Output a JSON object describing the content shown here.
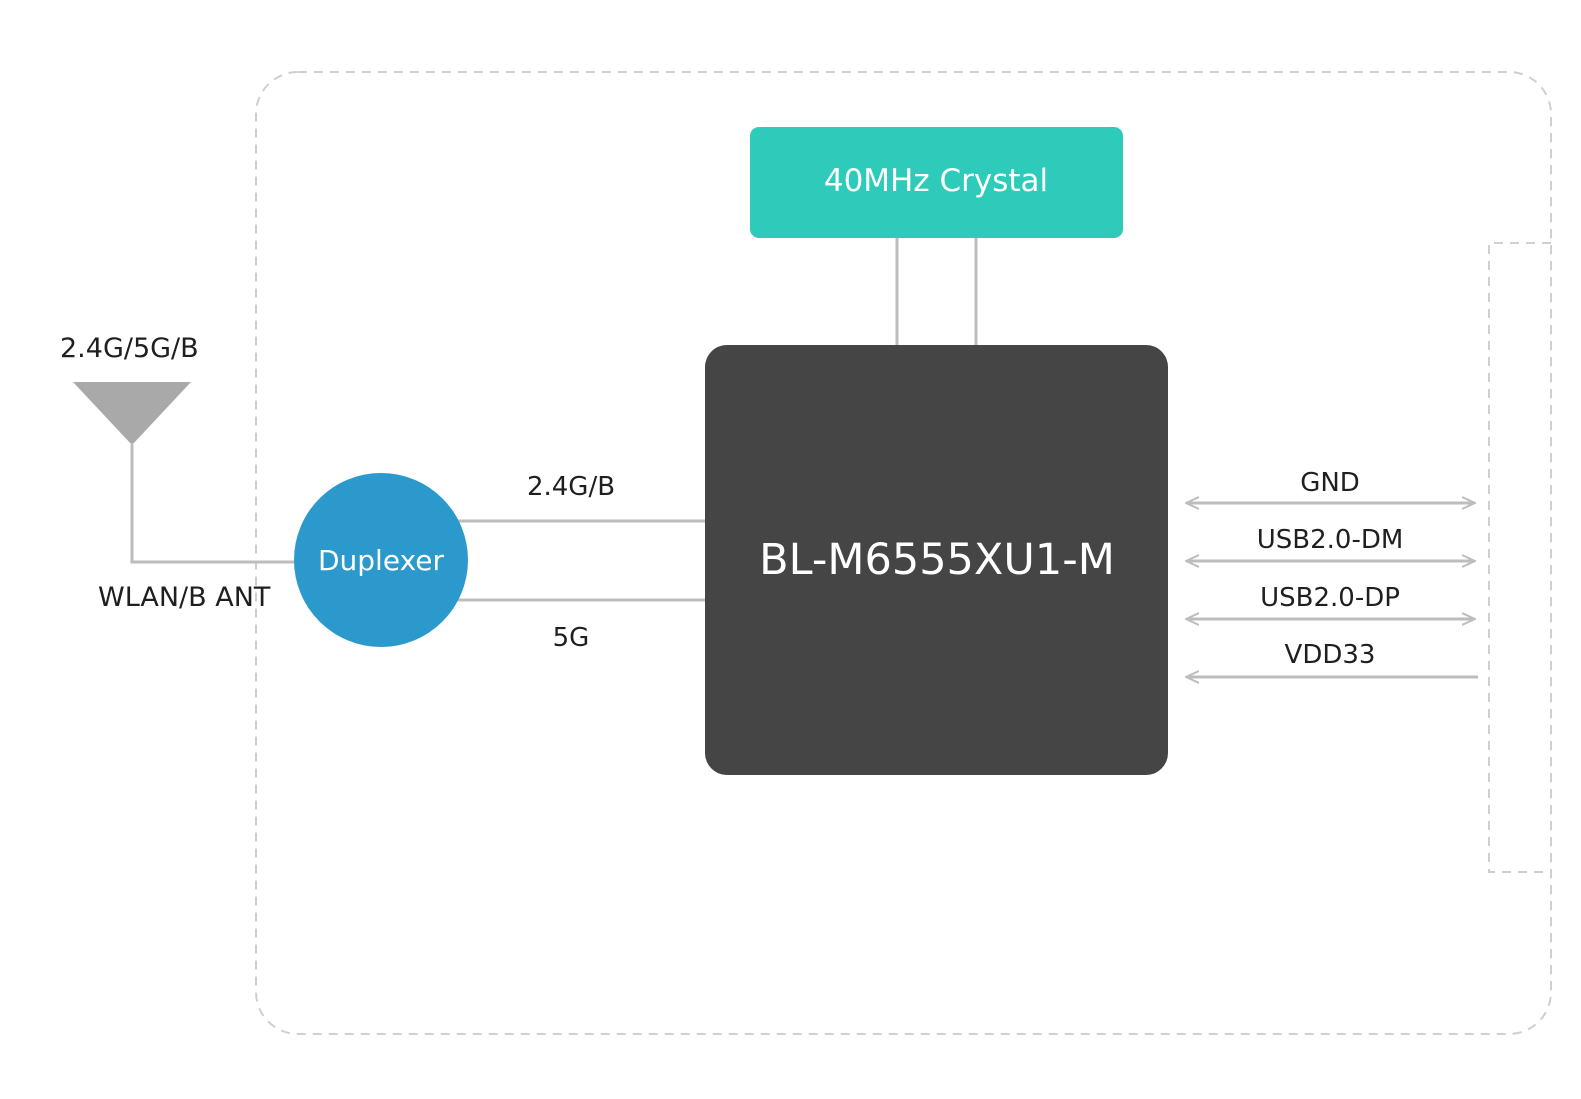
{
  "antenna": {
    "band_label": "2.4G/5G/B",
    "port_label": "WLAN/B ANT"
  },
  "duplexer": {
    "label": "Duplexer"
  },
  "rf_links": {
    "upper_label": "2.4G/B",
    "lower_label": "5G"
  },
  "crystal": {
    "label": "40MHz Crystal"
  },
  "chip": {
    "label": "BL-M6555XU1-M"
  },
  "interface_signals": [
    {
      "label": "GND"
    },
    {
      "label": "USB2.0-DM"
    },
    {
      "label": "USB2.0-DP"
    },
    {
      "label": "VDD33"
    }
  ],
  "colors": {
    "chip_fill": "#454545",
    "crystal_fill": "#2ecbba",
    "duplexer_fill": "#2b99cc",
    "line": "#bdbdbd",
    "antenna": "#a9a9a9",
    "dash_border": "#cfcfcf"
  }
}
